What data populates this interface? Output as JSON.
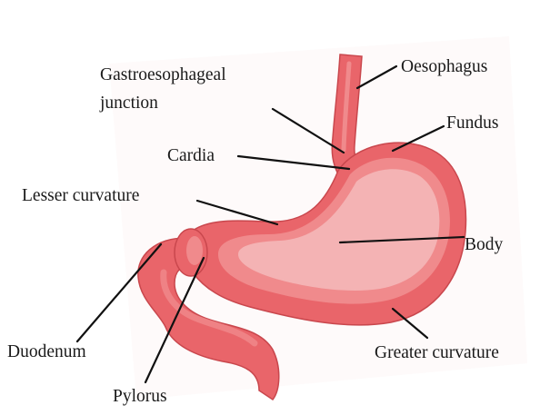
{
  "colors": {
    "stomach_outer": "#e9656a",
    "stomach_light": "#f08a8c",
    "stomach_inner": "#f4b3b4",
    "outline": "#c9474d",
    "leader_line": "#111111",
    "label_text": "#1a1a1a"
  },
  "labels": {
    "oesophagus": "Oesophagus",
    "ge_junction_line1": "Gastroesophageal",
    "ge_junction_line2": "junction",
    "fundus": "Fundus",
    "cardia": "Cardia",
    "lesser_curvature": "Lesser curvature",
    "body": "Body",
    "duodenum": "Duodenum",
    "pylorus": "Pylorus",
    "greater_curvature": "Greater curvature"
  }
}
